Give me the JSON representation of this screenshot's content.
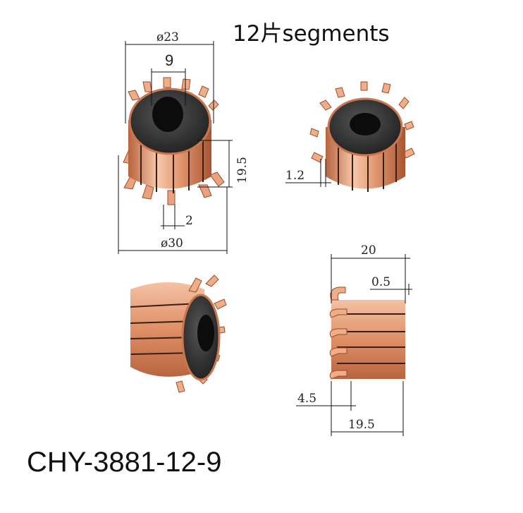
{
  "headline": "12片segments",
  "model": "CHY-3881-12-9",
  "dimensions": {
    "top_outer_diameter": "ø23",
    "top_inner": "9",
    "height_right": "19.5",
    "hook_width": "2",
    "bottom_diameter": "ø30",
    "hook_thickness": "1.2",
    "side_length": "20",
    "side_gap": "0.5",
    "side_hook": "4.5",
    "side_body": "19.5"
  },
  "colors": {
    "copper": "#d9835e",
    "copper_light": "#f3c2a4",
    "insulator": "#2b2b2b",
    "line": "#111111"
  }
}
